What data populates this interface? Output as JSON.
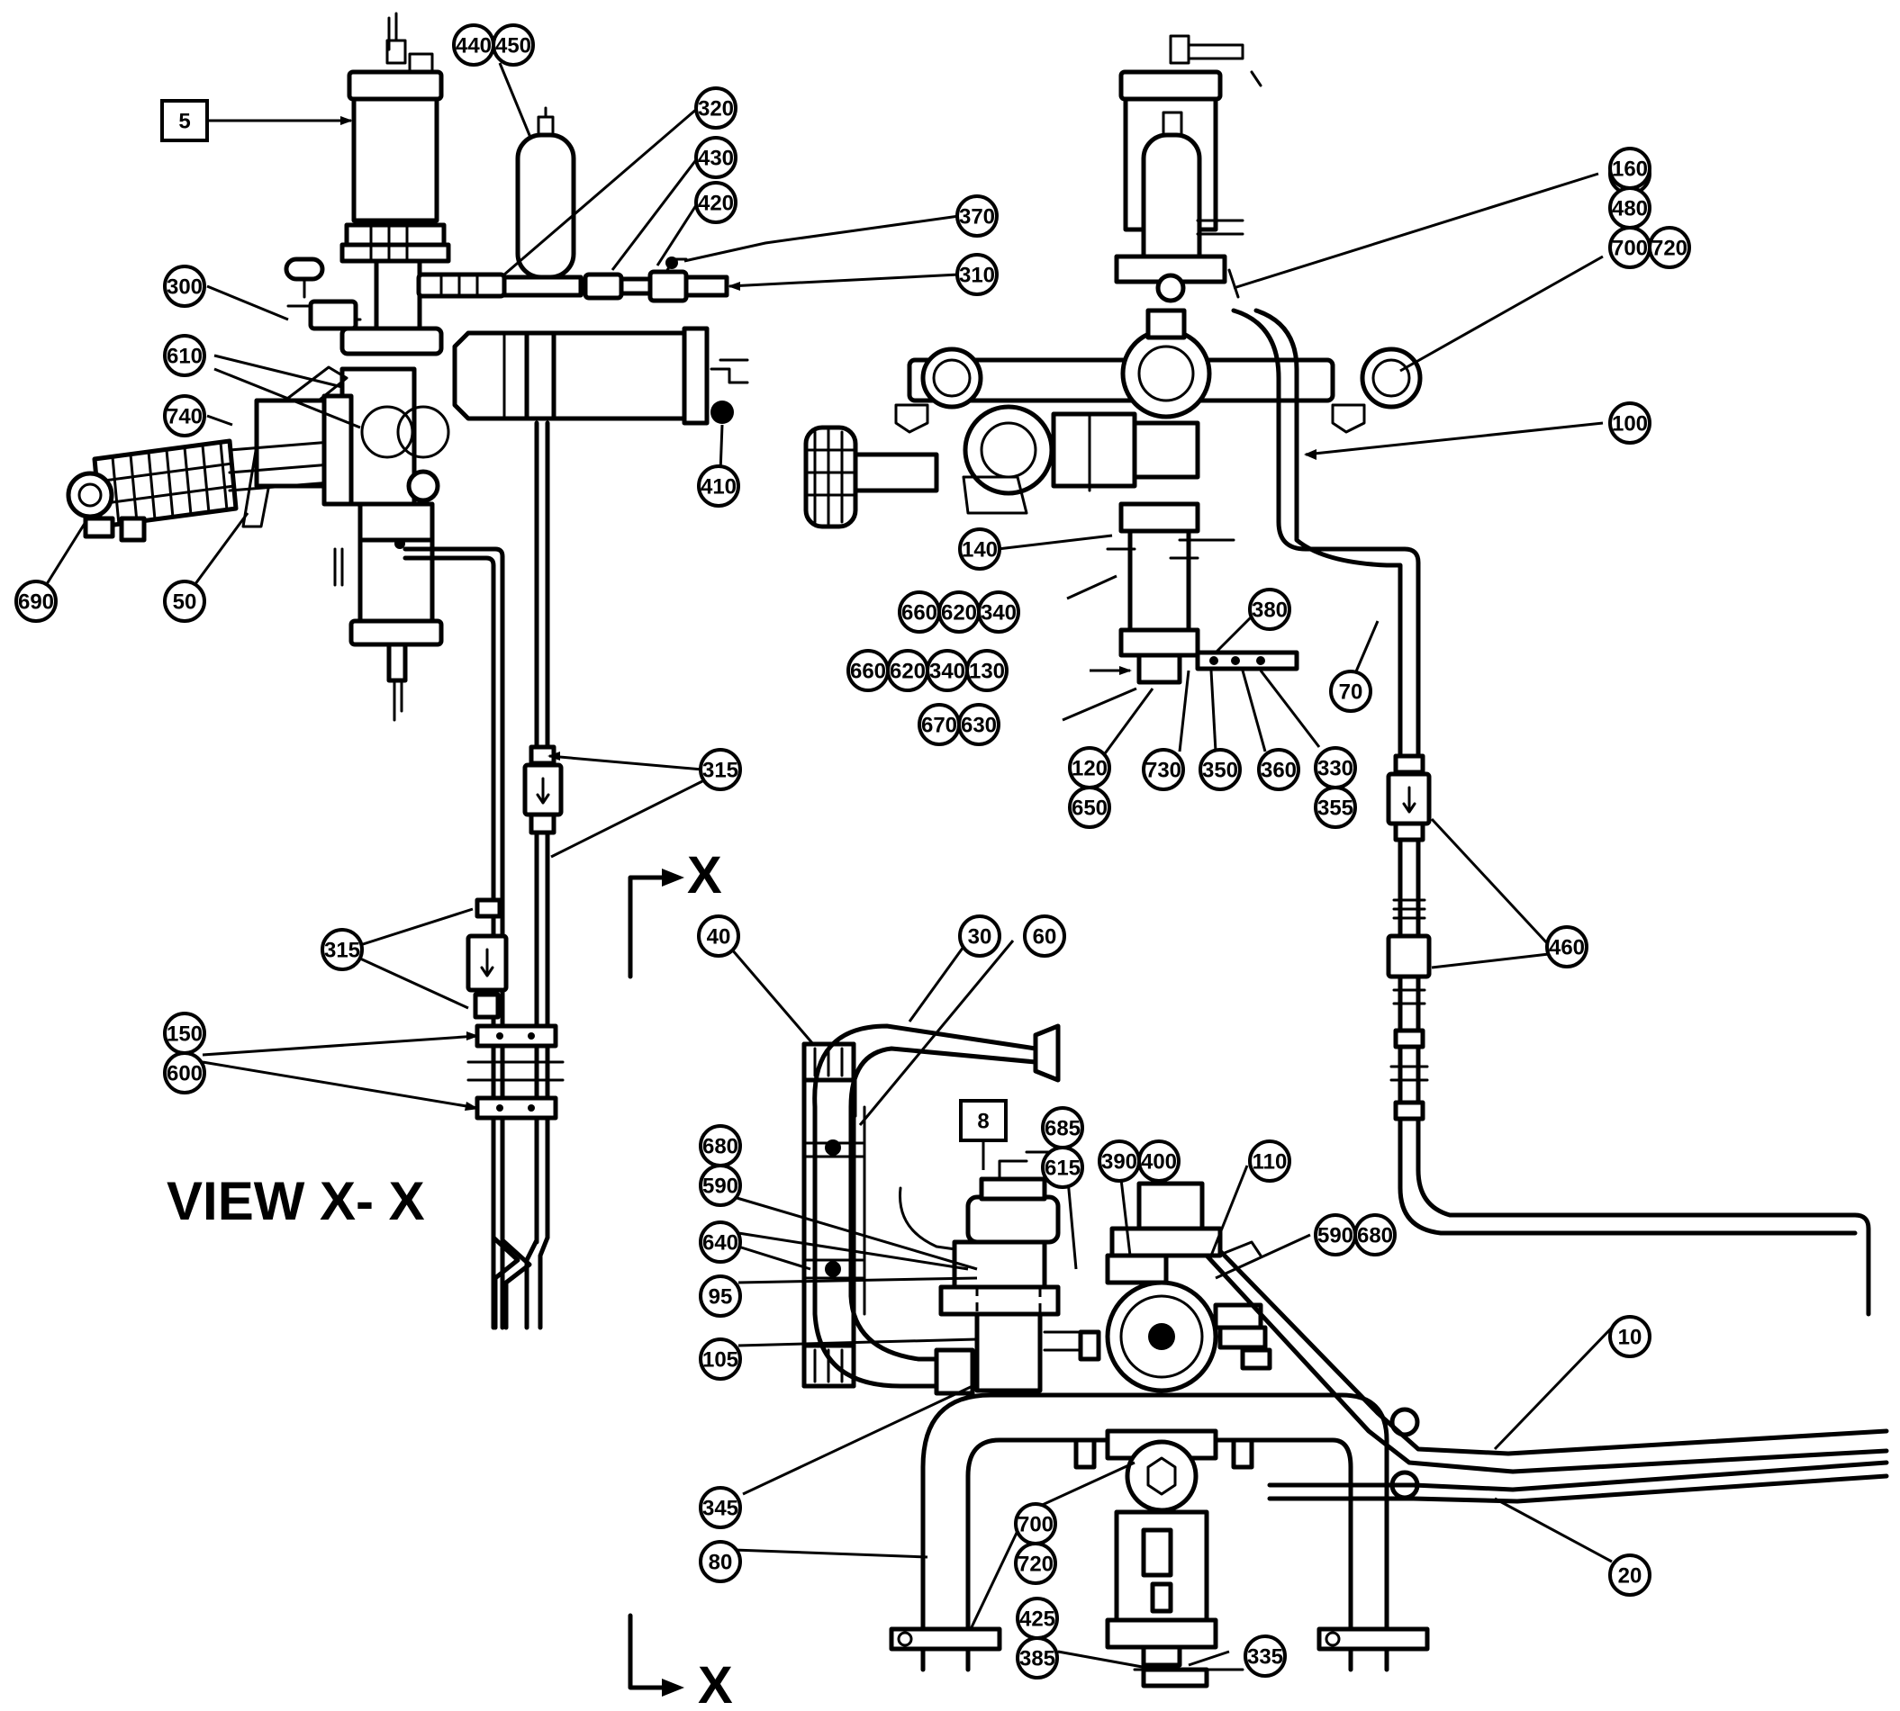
{
  "view_title": "VIEW X- X",
  "section_marker": "X",
  "callouts": [
    {
      "id": "c5",
      "labels": [
        "5"
      ],
      "boxed": true
    },
    {
      "id": "c440",
      "labels": [
        "440",
        "450"
      ]
    },
    {
      "id": "c320",
      "labels": [
        "320"
      ]
    },
    {
      "id": "c430",
      "labels": [
        "430"
      ]
    },
    {
      "id": "c420",
      "labels": [
        "420"
      ]
    },
    {
      "id": "c370",
      "labels": [
        "370"
      ]
    },
    {
      "id": "c310a",
      "labels": [
        "310"
      ]
    },
    {
      "id": "c300",
      "labels": [
        "300"
      ]
    },
    {
      "id": "c610",
      "labels": [
        "610"
      ]
    },
    {
      "id": "c740",
      "labels": [
        "740"
      ]
    },
    {
      "id": "c410",
      "labels": [
        "410"
      ]
    },
    {
      "id": "c690",
      "labels": [
        "690"
      ]
    },
    {
      "id": "c50",
      "labels": [
        "50"
      ]
    },
    {
      "id": "c315a",
      "labels": [
        "315"
      ]
    },
    {
      "id": "c315b",
      "labels": [
        "315"
      ]
    },
    {
      "id": "c150",
      "labels": [
        "150",
        "600"
      ]
    },
    {
      "id": "c310b",
      "labels": [
        "310"
      ]
    },
    {
      "id": "c160",
      "labels": [
        "160",
        "480",
        "700",
        "720"
      ]
    },
    {
      "id": "c100",
      "labels": [
        "100"
      ]
    },
    {
      "id": "c140",
      "labels": [
        "140"
      ]
    },
    {
      "id": "c660a",
      "labels": [
        "660",
        "620",
        "340"
      ]
    },
    {
      "id": "c380",
      "labels": [
        "380"
      ]
    },
    {
      "id": "c660b",
      "labels": [
        "660",
        "620",
        "340",
        "130"
      ]
    },
    {
      "id": "c670",
      "labels": [
        "670",
        "630"
      ]
    },
    {
      "id": "c120",
      "labels": [
        "120",
        "650"
      ]
    },
    {
      "id": "c730",
      "labels": [
        "730"
      ]
    },
    {
      "id": "c350",
      "labels": [
        "350"
      ]
    },
    {
      "id": "c360",
      "labels": [
        "360"
      ]
    },
    {
      "id": "c330",
      "labels": [
        "330",
        "355"
      ]
    },
    {
      "id": "c70",
      "labels": [
        "70"
      ]
    },
    {
      "id": "c460",
      "labels": [
        "460"
      ]
    },
    {
      "id": "c40",
      "labels": [
        "40"
      ]
    },
    {
      "id": "c30",
      "labels": [
        "30"
      ]
    },
    {
      "id": "c60",
      "labels": [
        "60"
      ]
    },
    {
      "id": "c8",
      "labels": [
        "8"
      ],
      "boxed": true
    },
    {
      "id": "c685",
      "labels": [
        "685",
        "615"
      ]
    },
    {
      "id": "c390",
      "labels": [
        "390",
        "400"
      ]
    },
    {
      "id": "c110",
      "labels": [
        "110"
      ]
    },
    {
      "id": "c680",
      "labels": [
        "680",
        "590"
      ]
    },
    {
      "id": "c590",
      "labels": [
        "590",
        "680"
      ]
    },
    {
      "id": "c640",
      "labels": [
        "640"
      ]
    },
    {
      "id": "c95",
      "labels": [
        "95"
      ]
    },
    {
      "id": "c105",
      "labels": [
        "105"
      ]
    },
    {
      "id": "c10",
      "labels": [
        "10"
      ]
    },
    {
      "id": "c345",
      "labels": [
        "345"
      ]
    },
    {
      "id": "c20",
      "labels": [
        "20"
      ]
    },
    {
      "id": "c700",
      "labels": [
        "700",
        "720"
      ]
    },
    {
      "id": "c80",
      "labels": [
        "80"
      ]
    },
    {
      "id": "c425",
      "labels": [
        "425",
        "385"
      ]
    },
    {
      "id": "c335",
      "labels": [
        "335"
      ]
    }
  ]
}
